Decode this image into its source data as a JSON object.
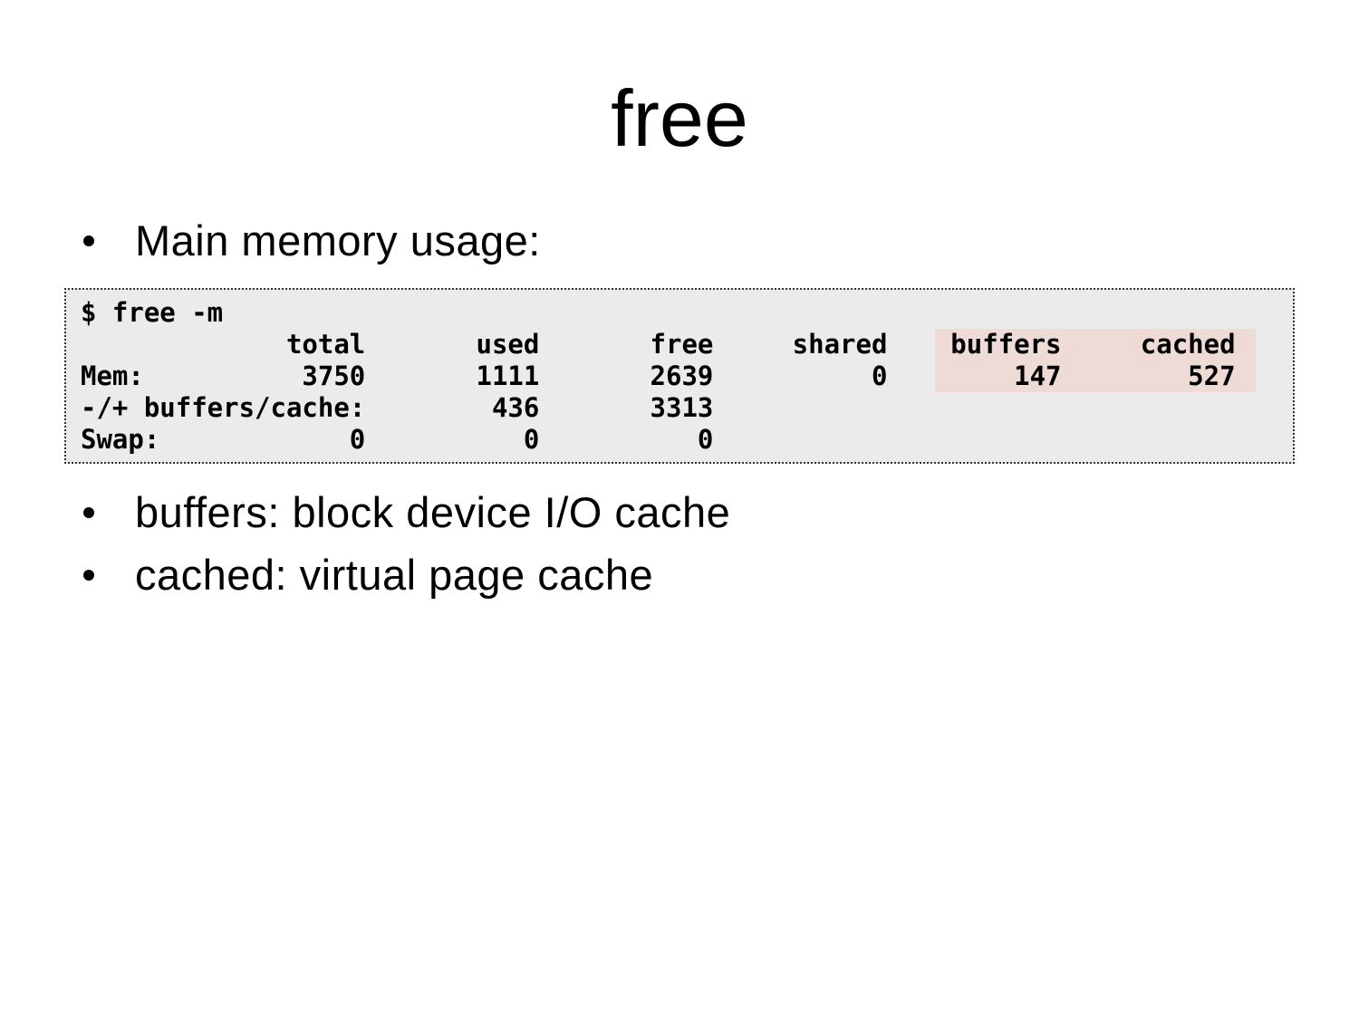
{
  "slide": {
    "title": "free",
    "bullets": [
      {
        "label": "Main memory usage:"
      },
      {
        "label": "buffers: block device I/O cache"
      },
      {
        "label": "cached: virtual page cache"
      }
    ],
    "terminal": {
      "lines": [
        "$ free -m",
        "             total       used       free     shared    buffers     cached",
        "Mem:          3750       1111       2639          0        147        527",
        "-/+ buffers/cache:        436       3313",
        "Swap:            0          0          0"
      ],
      "highlight": {
        "columns": [
          "buffers",
          "cached"
        ],
        "mem_values": [
          147,
          527
        ]
      }
    },
    "colors": {
      "page_bg": "#ffffff",
      "text": "#000000",
      "terminal_bg": "#ebebeb",
      "terminal_border": "#333333",
      "highlight_bg": "#eedbd5"
    }
  }
}
